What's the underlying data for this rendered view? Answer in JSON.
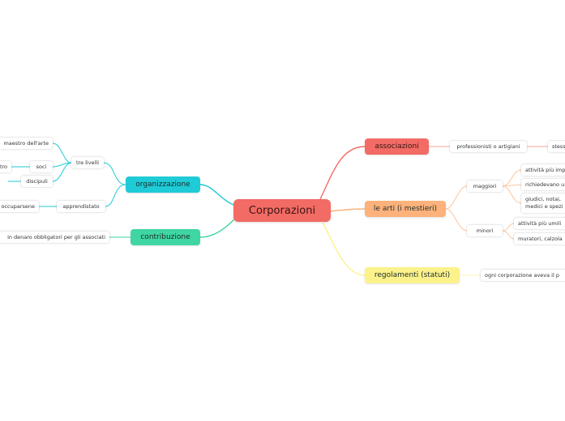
{
  "root": {
    "label": "Corporazioni",
    "color": "#f26b64"
  },
  "branches": {
    "associazioni": {
      "label": "associazioni",
      "color": "#f26b64",
      "children": {
        "professionisti": "professionisti o artigiani",
        "stesso": "stesso"
      }
    },
    "arti": {
      "label": "le arti (i mestieri)",
      "color": "#fdb27b",
      "maggiori": {
        "label": "maggiori",
        "items": [
          "attività più imp",
          "richiedevano u",
          "giudici, notai,",
          "medici e spezi"
        ]
      },
      "minori": {
        "label": "minori",
        "items": [
          "attività più umili",
          "muratori, calzola"
        ]
      }
    },
    "regolamenti": {
      "label": "regolamenti (statuti)",
      "color": "#fbf28c",
      "child": "ogni corporazione aveva il p"
    },
    "organizzazione": {
      "label": "organizzazione",
      "color": "#1ecbd6",
      "tre_livelli": {
        "label": "tre livelli",
        "items": [
          "maestro dell'arte",
          "soci",
          "discipuli"
        ],
        "soci_child": "tro"
      },
      "apprendistato": {
        "label": "apprendistato",
        "child": "occuparsene"
      }
    },
    "contribuzione": {
      "label": "contribuzione",
      "color": "#3fd6a3",
      "child": "in denaro obbligatori per gli associati"
    }
  }
}
